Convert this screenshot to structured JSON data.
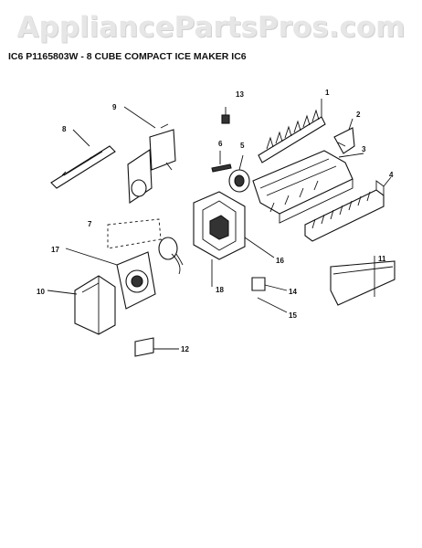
{
  "watermark": "AppliancePartsPros.com",
  "title": "IC6 P1165803W - 8 CUBE COMPACT ICE MAKER IC6",
  "callouts": [
    "1",
    "2",
    "3",
    "4",
    "5",
    "6",
    "7",
    "8",
    "9",
    "10",
    "11",
    "12",
    "13",
    "14",
    "15",
    "16",
    "17",
    "18"
  ]
}
